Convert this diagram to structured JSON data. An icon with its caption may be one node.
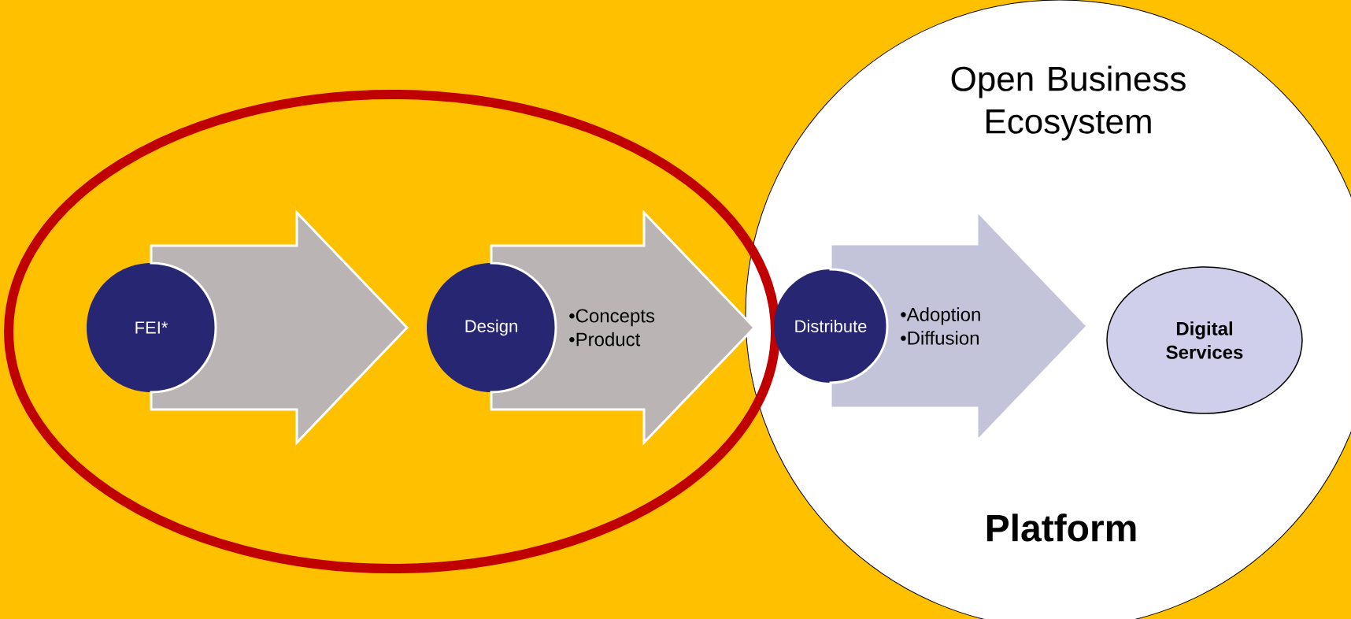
{
  "diagram": {
    "nodes": [
      {
        "text": [],
        "shape": "ellipse"
      },
      {
        "text": [
          "FEI*"
        ],
        "in": 0
      },
      {
        "text": [
          "Design"
        ],
        "in": 0
      },
      {
        "text": [
          "Open Business Ecosystem",
          "Platform"
        ]
      },
      {
        "text": [
          "Distribute"
        ],
        "in": 3
      },
      {
        "text": [
          "Digital Services"
        ],
        "in": 3
      }
    ],
    "edges": [
      {
        "from": 1,
        "to": 2,
        "arrow": "to"
      },
      {
        "from": 2,
        "to": 4,
        "arrow": "to",
        "label": "•Concepts •Product"
      },
      {
        "from": 4,
        "to": 5,
        "arrow": "to",
        "label": "•Adoption •Diffusion",
        "color": "#c3c3d9"
      }
    ]
  }
}
